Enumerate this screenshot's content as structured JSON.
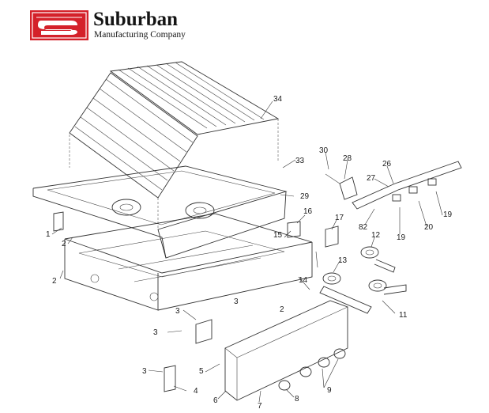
{
  "logo": {
    "brand_name": "Suburban",
    "brand_subtitle": "Manufacturing Company",
    "accent_color": "#d4212a",
    "emblem_letter": "S"
  },
  "callouts": [
    "1",
    "2",
    "2",
    "2",
    "3",
    "3",
    "3",
    "3",
    "4",
    "5",
    "6",
    "7",
    "8",
    "9",
    "11",
    "12",
    "13",
    "14",
    "15",
    "16",
    "17",
    "19",
    "19",
    "20",
    "26",
    "27",
    "28",
    "29",
    "30",
    "33",
    "34",
    "82"
  ]
}
